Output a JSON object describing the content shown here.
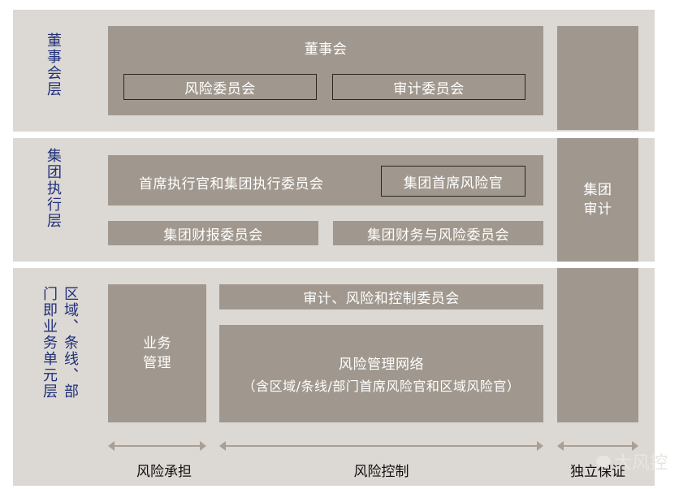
{
  "layers": {
    "board": "董事会层",
    "exec": "集团执行层",
    "bu_col1": "区域、条线、部",
    "bu_col2": "门即业务单元层"
  },
  "board": {
    "title": "董事会",
    "risk_committee": "风险委员会",
    "audit_committee": "审计委员会"
  },
  "exec": {
    "ceo_committee": "首席执行官和集团执行委员会",
    "cro": "集团首席风险官",
    "financial_reporting": "集团财报委员会",
    "finance_risk": "集团财务与风险委员会"
  },
  "bu": {
    "arc_committee": "审计、风险和控制委员会",
    "business_mgmt": "业务\n管理",
    "risk_network_title": "风险管理网络",
    "risk_network_sub": "（含区域/条线/部门首席风险官和区域风险官）"
  },
  "group_audit": "集团\n审计",
  "bottom": {
    "risk_bearing": "风险承担",
    "risk_control": "风险控制",
    "independent_assurance": "独立保证"
  },
  "watermark": "大风控",
  "colors": {
    "band": "#dcd8d3",
    "box": "#a0988e",
    "layer_text": "#1f2f7a"
  }
}
